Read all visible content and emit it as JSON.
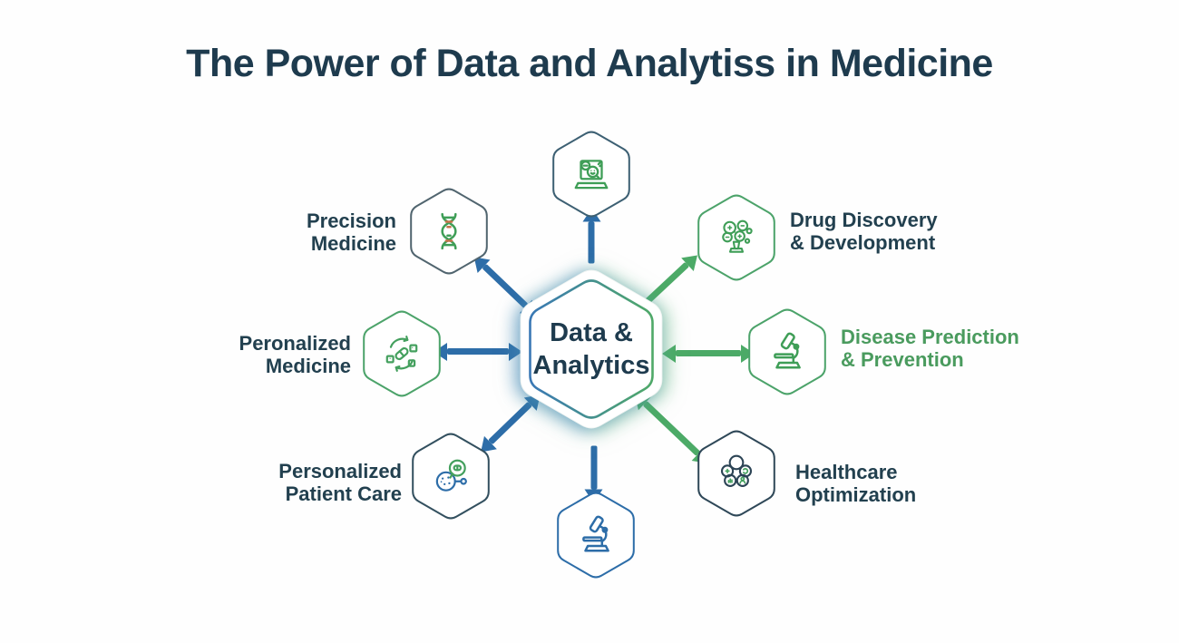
{
  "title": "The Power of Data and Analytiss in Medicine",
  "center": {
    "label_line1": "Data &",
    "label_line2": "Analytics",
    "icon": "hexagon-gradient"
  },
  "nodes": {
    "analytics_monitor": {
      "icon": "laptop-analytics-icon",
      "label": ""
    },
    "precision_medicine": {
      "label_line1": "Precision",
      "label_line2": "Medicine",
      "icon": "dna-icon"
    },
    "peronalized_medicine": {
      "label_line1": "Peronalized",
      "label_line2": "Medicine",
      "icon": "pill-network-icon"
    },
    "personalized_patient_care": {
      "label_line1": "Personalized",
      "label_line2": "Patient Care",
      "icon": "cell-communication-icon"
    },
    "drug_discovery": {
      "label_line1": "Drug Discovery",
      "label_line2": "& Development",
      "icon": "molecule-cluster-icon"
    },
    "disease_prediction": {
      "label_line1": "Disease Prediction",
      "label_line2": "& Prevention",
      "icon": "microscope-icon"
    },
    "healthcare_optimization": {
      "label_line1": "Healthcare",
      "label_line2": "Optimization",
      "icon": "cell-group-icon"
    },
    "research_microscope": {
      "icon": "microscope-icon",
      "label": ""
    }
  },
  "colors": {
    "arrow_blue": "#2d6da8",
    "arrow_green": "#4caa67",
    "heading_navy": "#1e3b4e",
    "label_navy": "#22404f",
    "label_green": "#4a9b5e",
    "hex_border_green": "#4ca36a",
    "hex_border_navy": "#2f4858",
    "icon_green": "#3f9e57",
    "icon_blue": "#2d6da8",
    "center_gradient_left": "#3a78b5",
    "center_gradient_right": "#4fa968"
  }
}
